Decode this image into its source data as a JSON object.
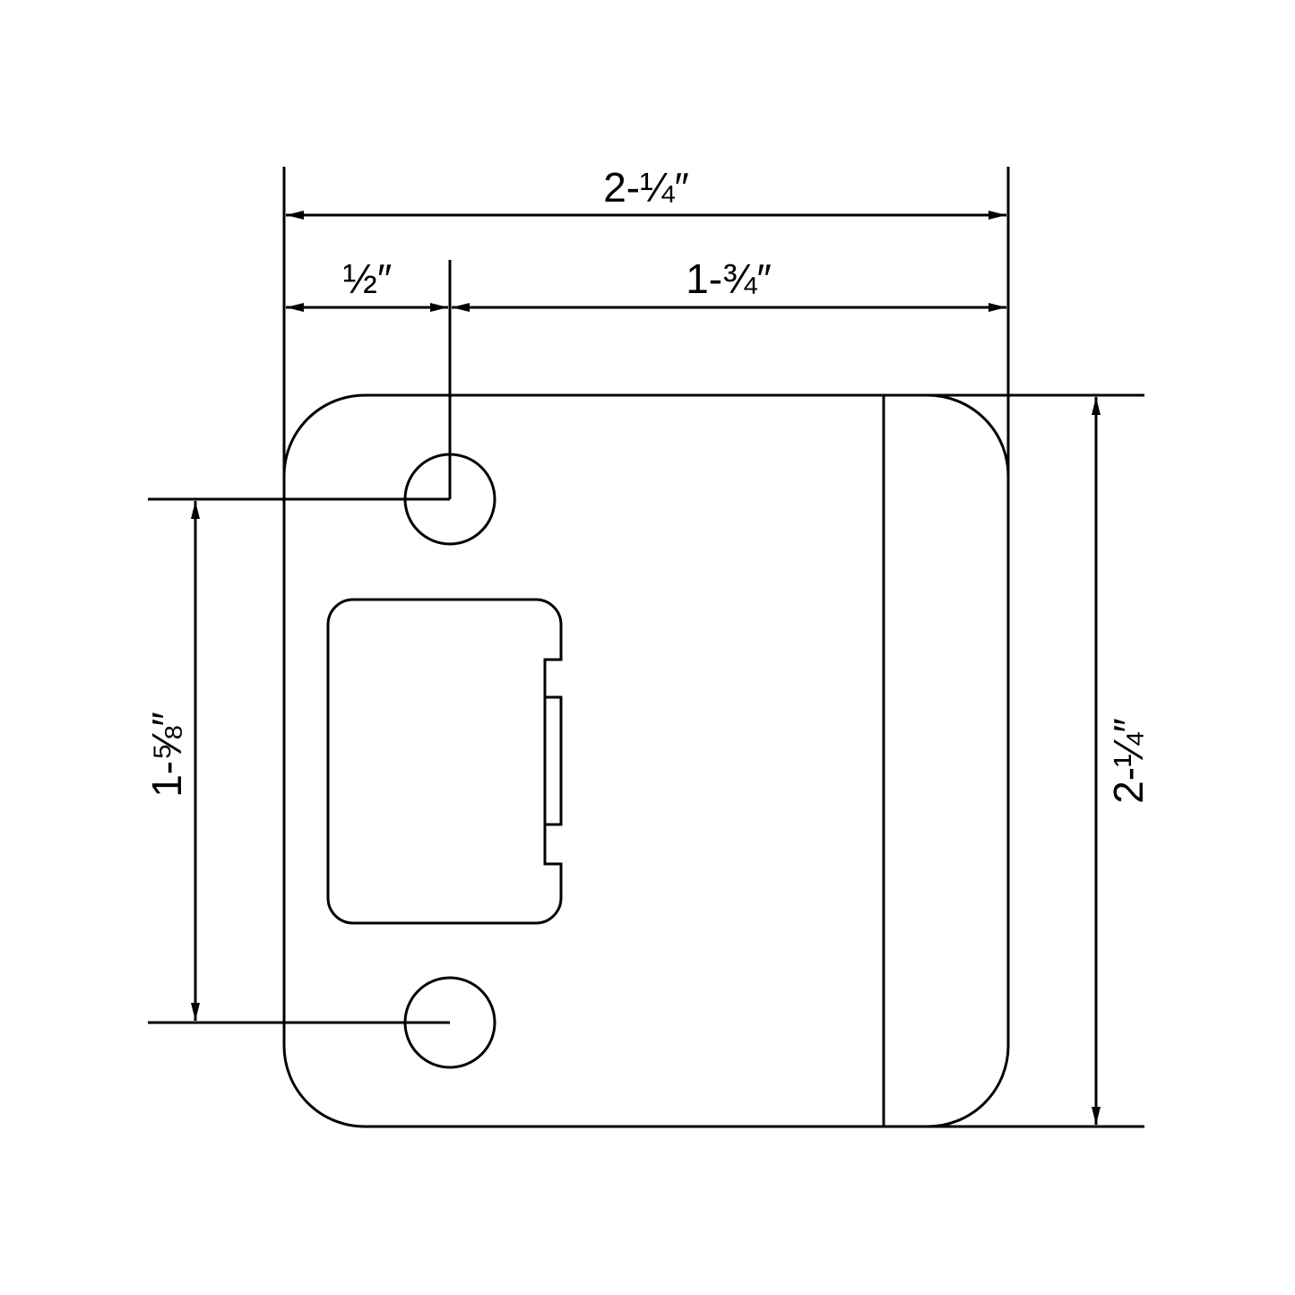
{
  "diagram": {
    "subject": "strike-plate",
    "colors": {
      "stroke": "#000000",
      "background": "#ffffff"
    },
    "dimensions": {
      "overall_width": "2-¼″",
      "hole_offset": "½″",
      "remaining_width": "1-¾″",
      "hole_spacing": "1-⅝″",
      "overall_height": "2-¼″"
    }
  }
}
